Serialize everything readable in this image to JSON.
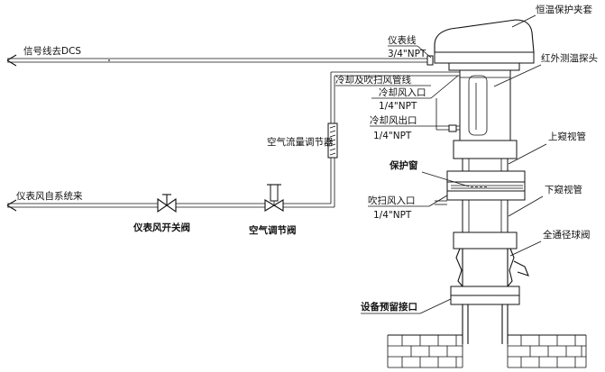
{
  "labels": {
    "signal": "信号线去DCS",
    "instr_line": "仪表线",
    "instr_line_spec": "3/4\"NPT",
    "jacket": "恒温保护夹套",
    "ir_probe": "红外测温探头",
    "cool_purge_line": "冷却及吹扫风管线",
    "cool_in": "冷却风入口",
    "cool_in_spec": "1/4\"NPT",
    "cool_out": "冷却风出口",
    "cool_out_spec": "1/4\"NPT",
    "flowmeter": "空气流量调节器",
    "upper_sight": "上窥视管",
    "window": "保护窗",
    "lower_sight": "下窥视管",
    "purge_in": "吹扫风入口",
    "purge_in_spec": "1/4\"NPT",
    "ball_valve": "全通径球阀",
    "instr_air": "仪表风自系统来",
    "switch_valve": "仪表风开关阀",
    "reg_valve": "空气调节阀",
    "reserved_port": "设备预留接口"
  }
}
